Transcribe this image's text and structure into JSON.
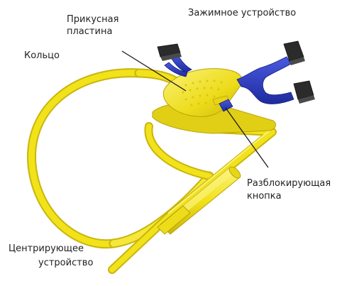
{
  "labels": {
    "bite_plate": [
      "Прикусная",
      "пластина"
    ],
    "clamp_device": "Зажимное устройство",
    "ring": "Кольцо",
    "release_button": [
      "Разблокирующая",
      "кнопка"
    ],
    "centering_device": [
      "Центрирующее",
      "устройство"
    ]
  },
  "colors": {
    "yellow": "#f2e21a",
    "yellow_light": "#fbf27a",
    "yellow_dark": "#c9b50d",
    "blue": "#2233b8",
    "blue_light": "#4a5ae0",
    "black_pad": "#2b2b2b",
    "leader_line": "#1a1a1a"
  }
}
